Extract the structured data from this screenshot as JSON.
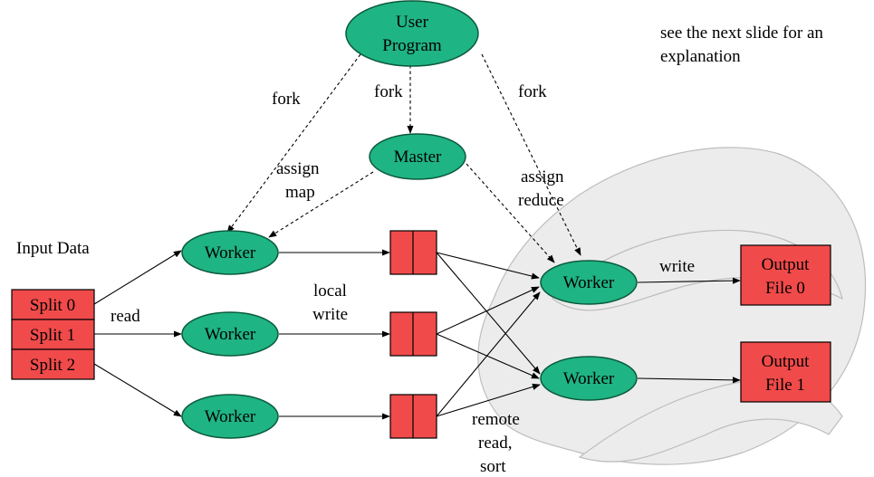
{
  "note": [
    "see the next slide for an",
    "explanation"
  ],
  "nodes": {
    "user_program": [
      "User",
      "Program"
    ],
    "master": "Master",
    "worker": "Worker",
    "split_0": "Split 0",
    "split_1": "Split 1",
    "split_2": "Split 2",
    "output_0": [
      "Output",
      "File 0"
    ],
    "output_1": [
      "Output",
      "File 1"
    ]
  },
  "labels": {
    "input_data": "Input Data",
    "fork": "fork",
    "assign_map": [
      "assign",
      "map"
    ],
    "assign_reduce": [
      "assign",
      "reduce"
    ],
    "read": "read",
    "local_write": [
      "local",
      "write"
    ],
    "remote_read": [
      "remote",
      "read,",
      "sort"
    ],
    "write": "write"
  },
  "colors": {
    "node_green": "#1fb483",
    "box_red": "#f14a4a"
  }
}
